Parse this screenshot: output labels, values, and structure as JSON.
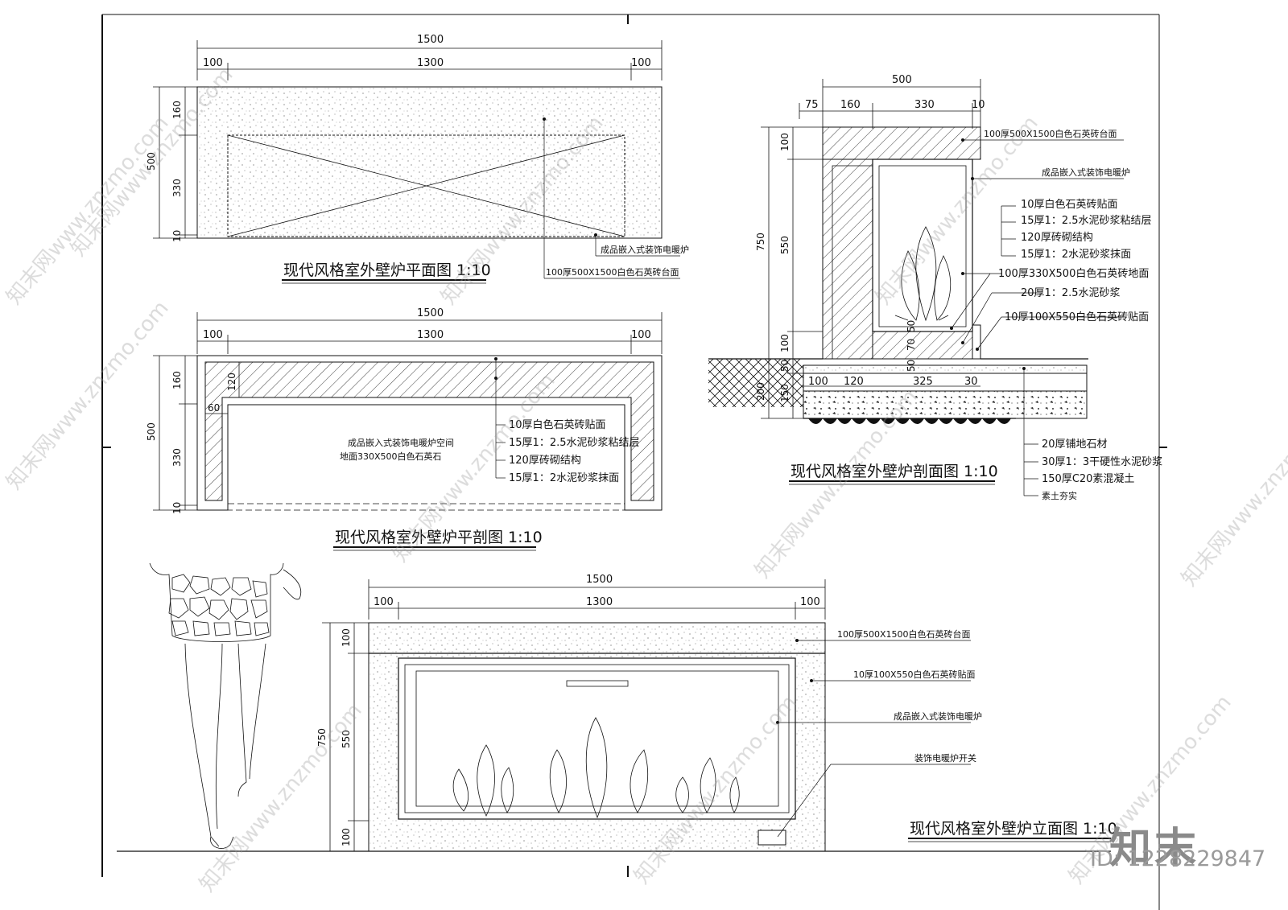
{
  "plan": {
    "title": "现代风格室外壁炉平面图 1:10",
    "dims_top": [
      "1500",
      "100",
      "1300",
      "100"
    ],
    "dims_left": [
      "160",
      "330",
      "10",
      "500"
    ],
    "notes": [
      "成品嵌入式装饰电暖炉",
      "100厚500X1500白色石英砖台面"
    ]
  },
  "plan_section": {
    "title": "现代风格室外壁炉平剖图 1:10",
    "dims_top": [
      "1500",
      "100",
      "1300",
      "100"
    ],
    "dims_left": [
      "160",
      "330",
      "10",
      "500"
    ],
    "dims_inner": [
      "120",
      "60"
    ],
    "center_text": [
      "成品嵌入式装饰电暖炉空间",
      "地面330X500白色石英石"
    ],
    "notes": [
      "10厚白色石英砖贴面",
      "15厚1：2.5水泥砂浆粘结层",
      "120厚砖砌结构",
      "15厚1：2水泥砂浆抹面"
    ]
  },
  "section": {
    "title": "现代风格室外壁炉剖面图 1:10",
    "dims_top": [
      "500",
      "75",
      "160",
      "330",
      "10"
    ],
    "dims_left": [
      "100",
      "550",
      "750",
      "100",
      "50",
      "200",
      "150"
    ],
    "dims_inner": [
      "70",
      "50",
      "50",
      "100",
      "120",
      "325",
      "30"
    ],
    "notes_right": [
      "100厚500X1500白色石英砖台面",
      "成品嵌入式装饰电暖炉",
      "10厚白色石英砖贴面",
      "15厚1：2.5水泥砂浆粘结层",
      "120厚砖砌结构",
      "15厚1：2水泥砂浆抹面",
      "100厚330X500白色石英砖地面",
      "20厚1：2.5水泥砂浆",
      "10厚100X550白色石英砖贴面"
    ],
    "notes_bottom": [
      "20厚铺地石材",
      "30厚1：3干硬性水泥砂浆",
      "150厚C20素混凝土",
      "素土夯实"
    ]
  },
  "elevation": {
    "title": "现代风格室外壁炉立面图 1:10",
    "dims_top": [
      "1500",
      "100",
      "1300",
      "100"
    ],
    "dims_left": [
      "100",
      "550",
      "750",
      "100"
    ],
    "notes": [
      "100厚500X1500白色石英砖台面",
      "10厚100X550白色石英砖贴面",
      "成品嵌入式装饰电暖炉",
      "装饰电暖炉开关"
    ]
  },
  "watermark": {
    "brand": "知末",
    "id": "ID: 1228229847",
    "tile_text": "知末网www.znzmo.com"
  },
  "colors": {
    "line": "#111111",
    "background": "#ffffff",
    "watermark": "#9a9a9a"
  }
}
